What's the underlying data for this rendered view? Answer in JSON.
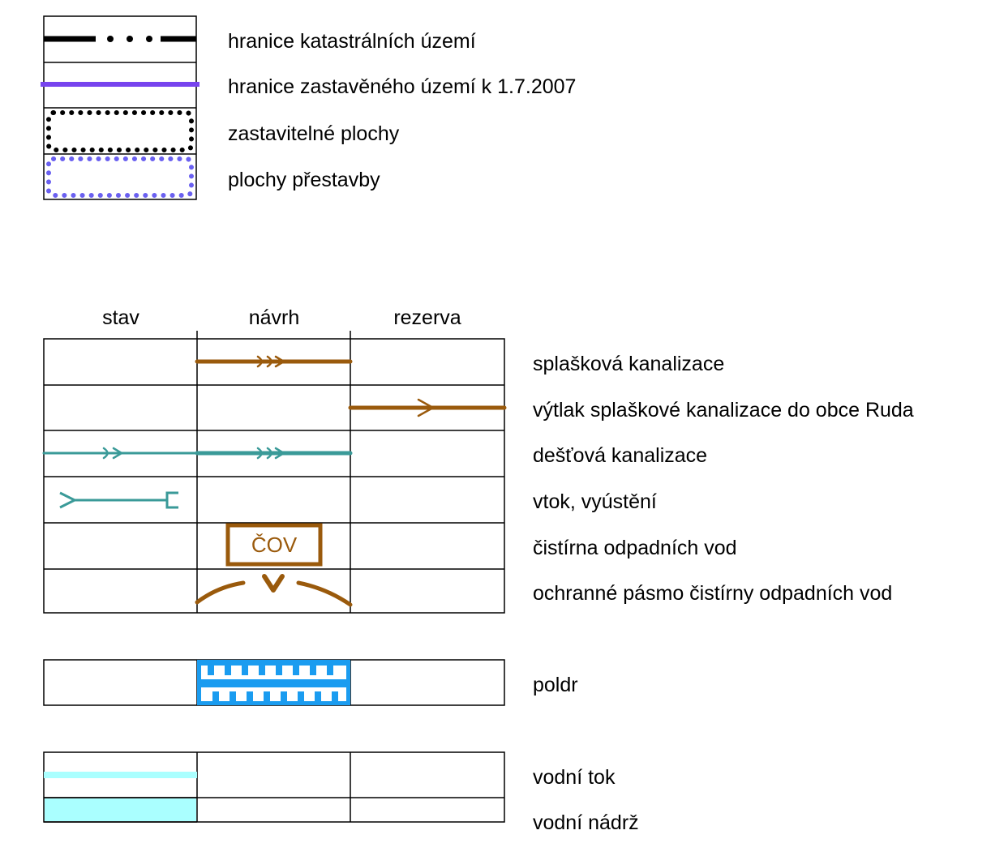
{
  "colors": {
    "brown": "#9a5a0c",
    "teal": "#3a9a98",
    "purple": "#7744ee",
    "dotted_blue": "#6a60f0",
    "poldr_blue": "#1a9cf0",
    "water_light": "#aaffff"
  },
  "top_legend": {
    "items": [
      {
        "label": "hranice katastrálních území"
      },
      {
        "label": "hranice zastavěného území k 1.7.2007"
      },
      {
        "label": "zastavitelné plochy"
      },
      {
        "label": "plochy přestavby"
      }
    ]
  },
  "table": {
    "columns": [
      "stav",
      "návrh",
      "rezerva"
    ],
    "rows": [
      {
        "label": "splašková kanalizace"
      },
      {
        "label": "výtlak splaškové kanalizace do obce Ruda"
      },
      {
        "label": "dešťová kanalizace"
      },
      {
        "label": "vtok, vyústění"
      },
      {
        "label": "čistírna odpadních vod",
        "symbol_text": "ČOV"
      },
      {
        "label": "ochranné pásmo čistírny odpadních vod"
      }
    ]
  },
  "poldr": {
    "label": "poldr"
  },
  "water": {
    "items": [
      {
        "label": "vodní tok"
      },
      {
        "label": "vodní nádrž"
      }
    ]
  }
}
